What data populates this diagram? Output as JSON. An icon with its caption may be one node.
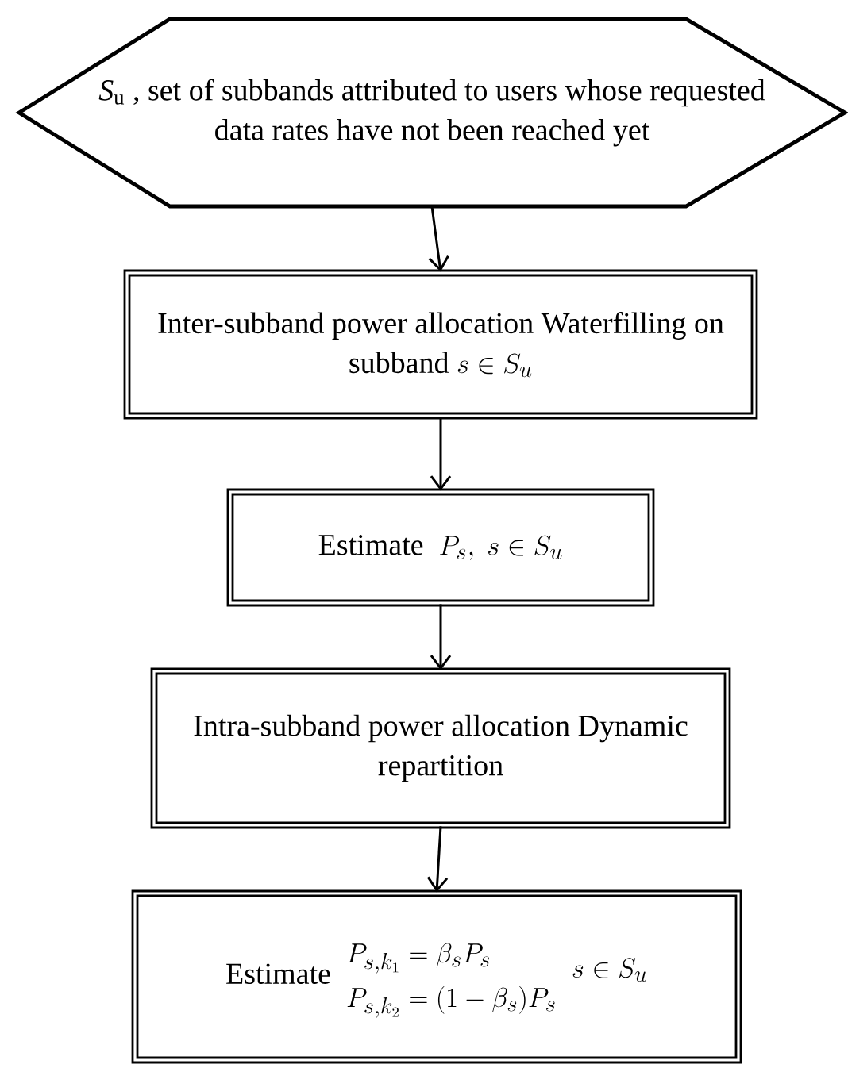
{
  "diagram": {
    "nodes": [
      {
        "text": [
          "*S*$_{u}$ , set of subbands attributed to users whose requested data rates have not been reached yet"
        ]
      },
      {
        "text": [
          "Inter-subband power allocation Waterfilling on subband",
          "s \\in S_u"
        ]
      },
      {
        "text": [
          "Estimate",
          "P_s,\\ s \\in S_u"
        ]
      },
      {
        "text": [
          "Intra-subband power allocation Dynamic repartition"
        ]
      },
      {
        "text": [
          "Estimate",
          "\\begin{aligned}P_{s,k_1} &= \\beta_s P_s\\\\ P_{s,k_2} &= (1-\\beta_s)P_s\\end{aligned}",
          "s \\in S_u"
        ]
      }
    ],
    "edges": [
      {
        "from": 0,
        "to": 1,
        "arrow": "to"
      },
      {
        "from": 1,
        "to": 2,
        "arrow": "to"
      },
      {
        "from": 2,
        "to": 3,
        "arrow": "to"
      },
      {
        "from": 3,
        "to": 4,
        "arrow": "to"
      }
    ]
  }
}
